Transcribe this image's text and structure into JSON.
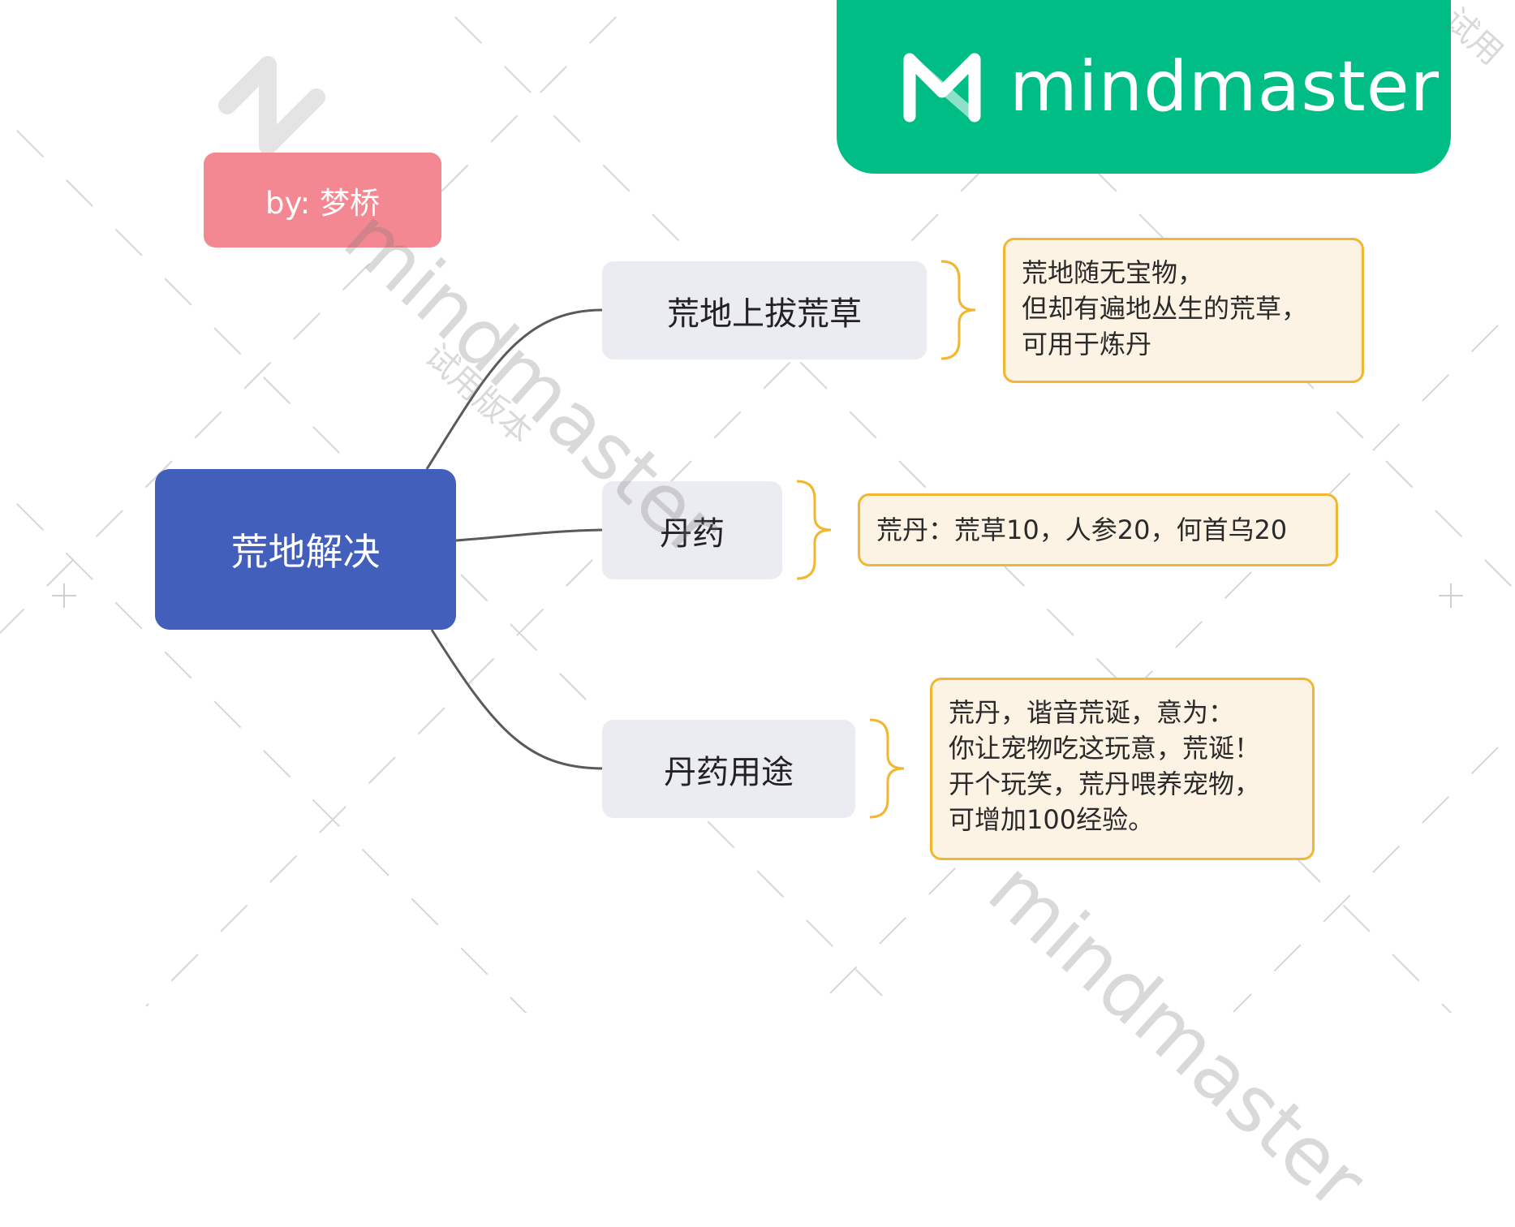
{
  "diagram": {
    "author_tag": "by: 梦桥",
    "root": "荒地解决",
    "branches": [
      {
        "label": "荒地上拔荒草",
        "note_lines": [
          "荒地随无宝物，",
          "但却有遍地丛生的荒草，",
          "可用于炼丹"
        ]
      },
      {
        "label": "丹药",
        "note_lines": [
          "荒丹：荒草10，人参20，何首乌20"
        ]
      },
      {
        "label": "丹药用途",
        "note_lines": [
          "荒丹，谐音荒诞，意为：",
          "你让宠物吃这玩意，荒诞！",
          "开个玩笑，荒丹喂养宠物，",
          "可增加100经验。"
        ]
      }
    ]
  },
  "branding": {
    "name": "mindmaster",
    "logo_icon": "mindmaster-logo-icon",
    "watermark_text": "mindmaster",
    "watermark_sub": "试用版本",
    "watermark_corner": "试用"
  },
  "colors": {
    "root": "#425fbb",
    "author_tag": "#f38892",
    "branch_fill": "#ebebf2",
    "note_border": "#f2b630",
    "note_fill": "#fdf3e4",
    "brand": "#00bd86",
    "connector": "#555555"
  }
}
